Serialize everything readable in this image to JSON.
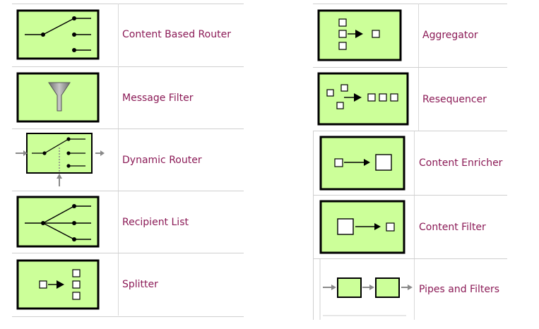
{
  "left_patterns": [
    {
      "label": "Content Based Router",
      "icon": "content-based-router-icon"
    },
    {
      "label": "Message Filter",
      "icon": "message-filter-icon"
    },
    {
      "label": "Dynamic Router",
      "icon": "dynamic-router-icon"
    },
    {
      "label": "Recipient List",
      "icon": "recipient-list-icon"
    },
    {
      "label": "Splitter",
      "icon": "splitter-icon"
    }
  ],
  "right_patterns": [
    {
      "label": "Aggregator",
      "icon": "aggregator-icon"
    },
    {
      "label": "Resequencer",
      "icon": "resequencer-icon"
    },
    {
      "label": "Content Enricher",
      "icon": "content-enricher-icon"
    },
    {
      "label": "Content Filter",
      "icon": "content-filter-icon"
    },
    {
      "label": "Pipes and Filters",
      "icon": "pipes-and-filters-icon"
    }
  ],
  "colors": {
    "icon_fill": "#ccff99",
    "label": "#8b1a56",
    "grid": "#cfcfcf"
  }
}
